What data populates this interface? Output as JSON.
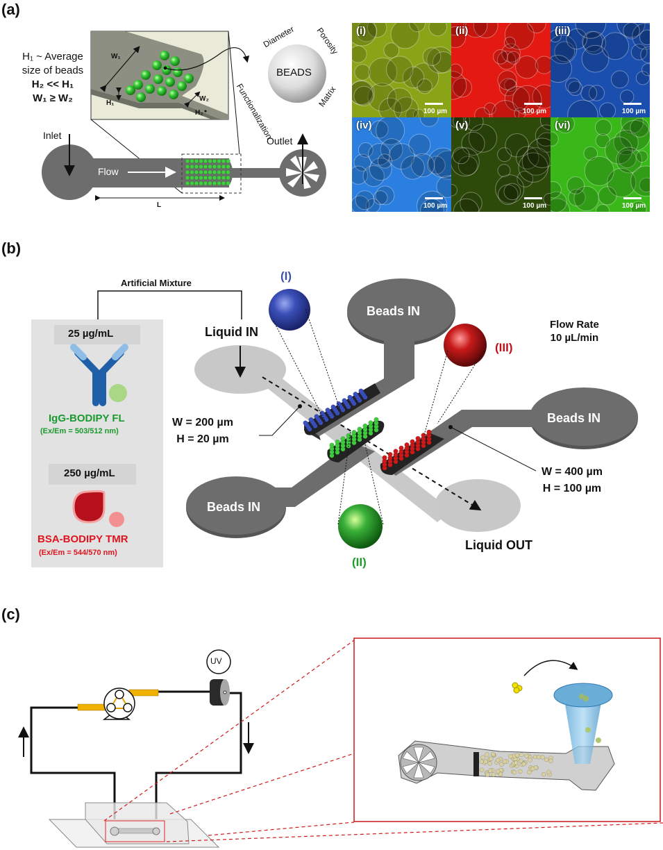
{
  "figure": {
    "panels": {
      "a": {
        "label": "(a)",
        "conditions": [
          "H₁ ~ Average",
          "size of beads",
          "H₂ << H₁",
          "W₁ ≥ W₂"
        ],
        "inset_labels": {
          "w1": "W₁",
          "h1": "H₁",
          "w2": "W₂",
          "h2": "H₂"
        },
        "channel_labels": {
          "inlet": "Inlet",
          "flow": "Flow",
          "outlet": "Outlet",
          "length": "L"
        },
        "bead_properties": {
          "center": "BEADS",
          "props": [
            "Diameter",
            "Porosity",
            "Matrix",
            "Functionalization"
          ]
        },
        "micrographs": [
          {
            "label": "(i)",
            "scale": "100 µm",
            "color": "#8aa418"
          },
          {
            "label": "(ii)",
            "scale": "100 µm",
            "color": "#e41a12"
          },
          {
            "label": "(iii)",
            "scale": "100 µm",
            "color": "#1a4fb0"
          },
          {
            "label": "(iv)",
            "scale": "100 µm",
            "color": "#2a7fe0"
          },
          {
            "label": "(v)",
            "scale": "100 µm",
            "color": "#2e4a0a"
          },
          {
            "label": "(vi)",
            "scale": "100 µm",
            "color": "#3ab81a"
          }
        ]
      },
      "b": {
        "label": "(b)",
        "mixture_title": "Artificial Mixture",
        "igg": {
          "conc": "25 µg/mL",
          "name": "IgG-BODIPY FL",
          "exem": "(Ex/Em = 503/512 nm)",
          "color": "#1a9a2e"
        },
        "bsa": {
          "conc": "250 µg/mL",
          "name": "BSA-BODIPY TMR",
          "exem": "(Ex/Em = 544/570 nm)",
          "color": "#e0141e"
        },
        "liquid_in": "Liquid IN",
        "liquid_out": "Liquid OUT",
        "beads_in": [
          "Beads IN",
          "Beads IN",
          "Beads IN"
        ],
        "flow_rate": [
          "Flow Rate",
          "10 µL/min"
        ],
        "dim_small": [
          "W = 200 µm",
          "H = 20 µm"
        ],
        "dim_large": [
          "W = 400 µm",
          "H = 100 µm"
        ],
        "bead_types": [
          {
            "label": "(I)",
            "color": "#3a4fa8"
          },
          {
            "label": "(II)",
            "color": "#1f9a2a"
          },
          {
            "label": "(III)",
            "color": "#c0101a"
          }
        ]
      },
      "c": {
        "label": "(c)",
        "detector": "UV"
      }
    }
  }
}
